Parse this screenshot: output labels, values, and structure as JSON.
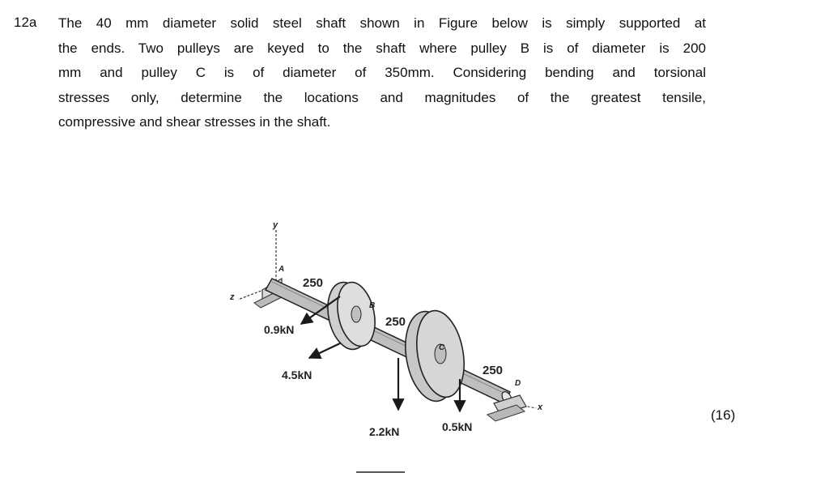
{
  "question": {
    "number": "12a",
    "lines": [
      "The 40 mm diameter solid steel shaft shown in Figure below is simply supported at",
      "the ends. Two pulleys are keyed to the shaft where pulley B is of diameter is 200",
      "mm and pulley C is of diameter  of 350mm. Considering bending and torsional",
      "stresses only, determine the locations and magnitudes of the greatest tensile,",
      "compressive and shear stresses in the shaft."
    ],
    "marks": "(16)"
  },
  "figure": {
    "axis_labels": {
      "y": "y",
      "z": "z",
      "x": "x"
    },
    "point_labels": {
      "a": "A",
      "b": "B",
      "c": "C",
      "d": "D"
    },
    "dimensions": [
      "250",
      "250",
      "250"
    ],
    "forces": [
      "0.9kN",
      "4.5kN",
      "2.2kN",
      "0.5kN"
    ],
    "colors": {
      "shaft": "#bfbfbf",
      "pulley": "#d0d0d0",
      "ink": "#1a1a1a"
    }
  }
}
